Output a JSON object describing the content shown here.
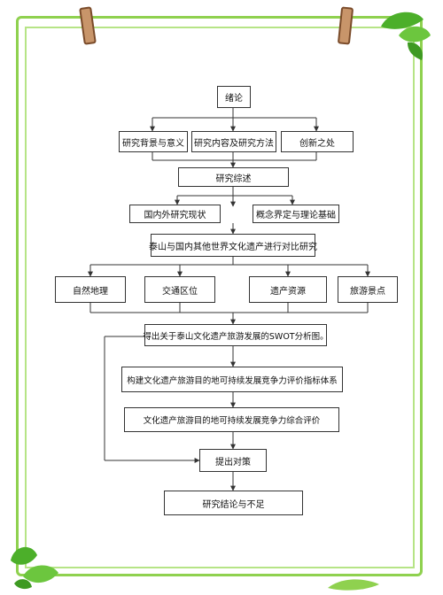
{
  "diagram": {
    "nodes": {
      "intro": "绪论",
      "background": "研究背景与意义",
      "content_method": "研究内容及研究方法",
      "innovation": "创新之处",
      "review": "研究综述",
      "domestic_foreign": "国内外研究现状",
      "concept_theory": "概念界定与理论基础",
      "comparison": "泰山与国内其他世界文化遗产进行对比研究",
      "natural_geo": "自然地理",
      "traffic_location": "交通区位",
      "heritage_resources": "遗产资源",
      "tourist_spots": "旅游景点",
      "swot": "得出关于泰山文化遗产旅游发展的SWOT分析图。",
      "index_system": "构建文化遗产旅游目的地可持续发展竞争力评价指标体系",
      "comprehensive_eval": "文化遗产旅游目的地可持续发展竞争力综合评价",
      "countermeasures": "提出对策",
      "conclusion": "研究结论与不足"
    }
  },
  "colors": {
    "frame": "#8fd14f",
    "frame_inner": "#b6e486",
    "leaf": "#5cb82e",
    "clip": "#c8956a"
  }
}
